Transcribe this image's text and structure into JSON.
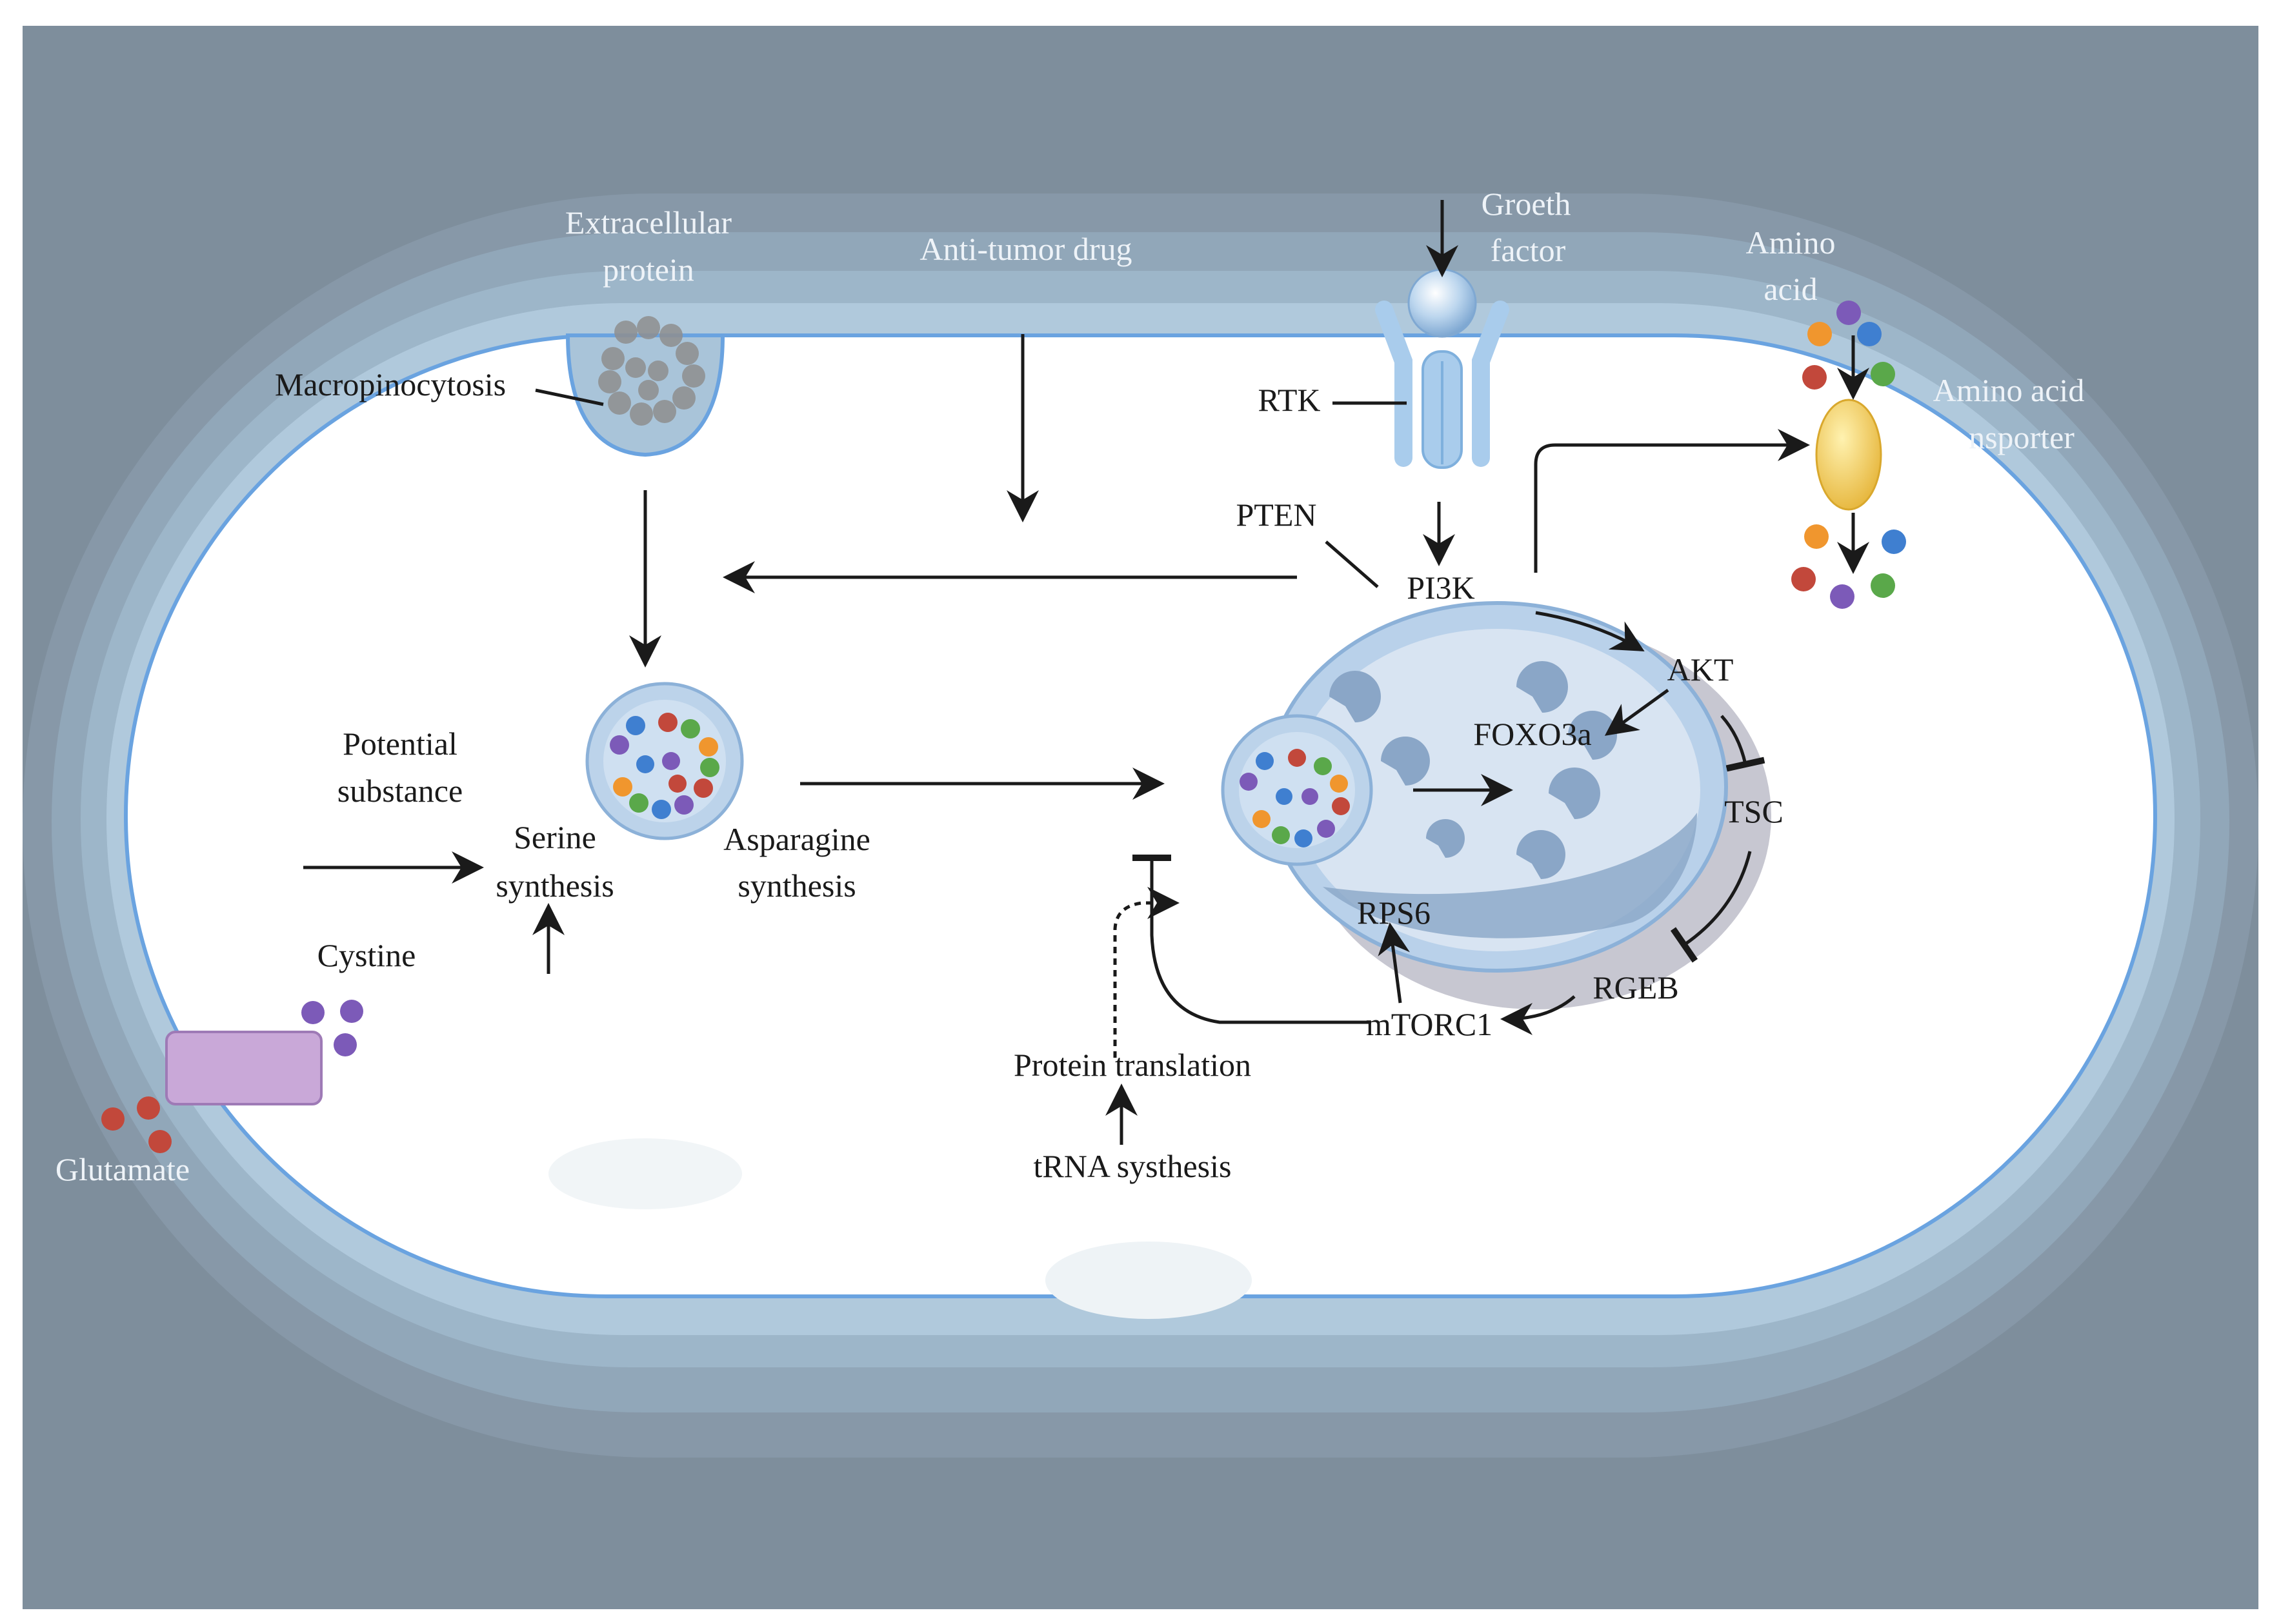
{
  "labels": {
    "extracellular_protein_1": "Extracellular",
    "extracellular_protein_2": "protein",
    "anti_tumor_drug": "Anti-tumor drug",
    "growth_factor_1": "Groeth",
    "growth_factor_2": "factor",
    "amino_acid_1": "Amino",
    "amino_acid_2": "acid",
    "amino_acid_transporter_1": "Amino acid",
    "amino_acid_transporter_2": "nsporter",
    "macropinocytosis": "Macropinocytosis",
    "rtk": "RTK",
    "pten": "PTEN",
    "pi3k": "PI3K",
    "akt": "AKT",
    "foxo3a": "FOXO3a",
    "tsc": "TSC",
    "rgeb": "RGEB",
    "mtorc1": "mTORC1",
    "rps6": "RPS6",
    "potential_substance_1": "Potential",
    "potential_substance_2": "substance",
    "serine_synthesis_1": "Serine",
    "serine_synthesis_2": "synthesis",
    "asparagine_synthesis_1": "Asparagine",
    "asparagine_synthesis_2": "synthesis",
    "cystine": "Cystine",
    "glutamate": "Glutamate",
    "protein_translation": "Protein translation",
    "trna_synthesis": "tRNA systhesis"
  },
  "colors": {
    "background": "#7e8e9c",
    "membrane_outer": "#8fa3b4",
    "membrane_inner": "#a9c3d6",
    "cytoplasm": "#ffffff",
    "organelle": "#c7d9ec",
    "lysosome_dark": "#8aa6c7",
    "transporter_yellow": "#f2c94c",
    "antiporter_purple": "#c9a8d8",
    "aa_purple": "#7c5ab8",
    "aa_blue": "#3f7fd0",
    "aa_orange": "#f0962e",
    "aa_green": "#5aa84a",
    "aa_red": "#c2483b"
  }
}
